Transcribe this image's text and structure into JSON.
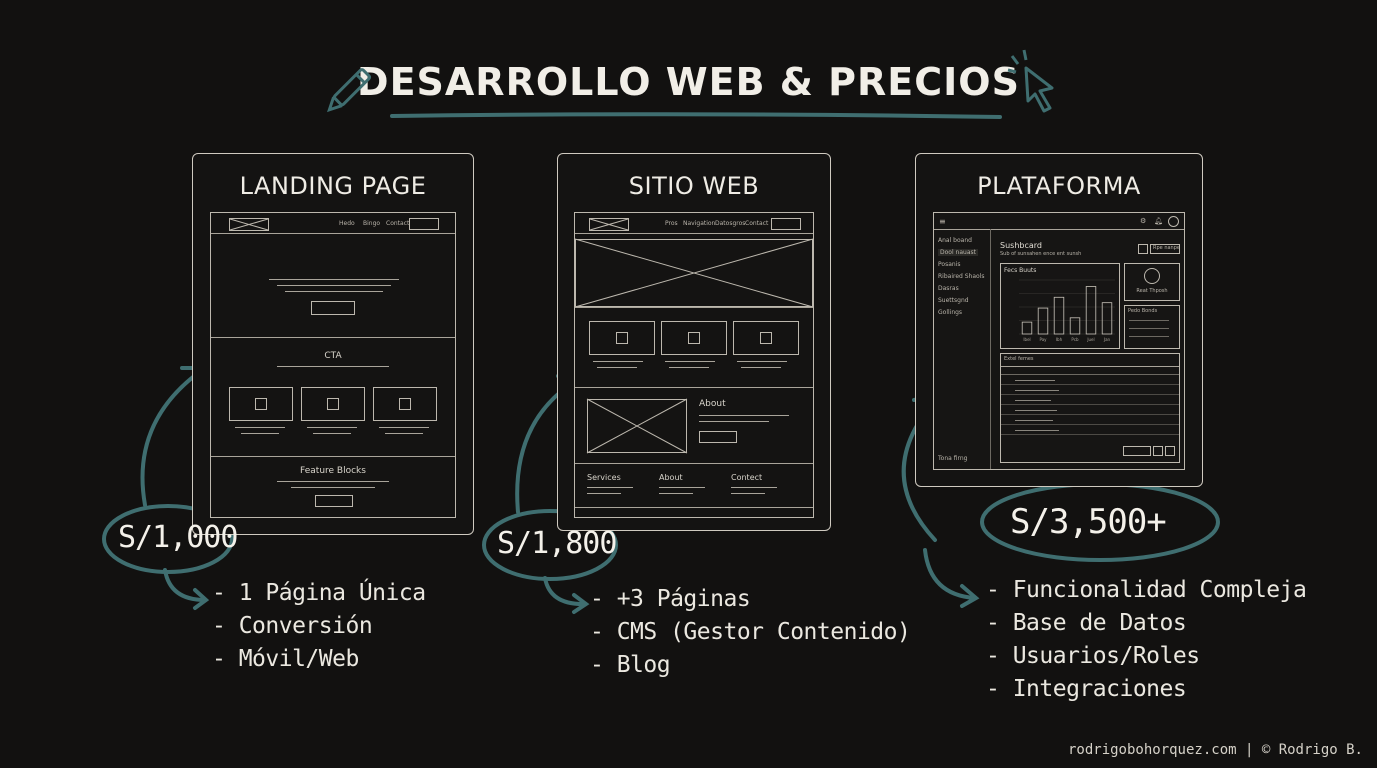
{
  "title": "DESARROLLO WEB & PRECIOS",
  "footer": "rodrigobohorquez.com | © Rodrigo B.",
  "accent_color": "#3f6e70",
  "cards": [
    {
      "title": "LANDING PAGE",
      "price": "S/1,000",
      "features": [
        "- 1 Página Única",
        "- Conversión",
        "- Móvil/Web"
      ],
      "wireframe": {
        "nav": [
          "Hedo",
          "Bingo",
          "Contact"
        ],
        "cta": "CTA",
        "feature_blocks": "Feature Blocks"
      }
    },
    {
      "title": "SITIO WEB",
      "price": "S/1,800",
      "features": [
        "- +3 Páginas",
        "- CMS (Gestor Contenido)",
        "- Blog"
      ],
      "wireframe": {
        "nav": [
          "Pros",
          "Navigation",
          "Datosgros",
          "Contact"
        ],
        "about": "About",
        "footer_cols": [
          "Services",
          "About",
          "Contect"
        ]
      }
    },
    {
      "title": "PLATAFORMA",
      "price": "S/3,500+",
      "features": [
        "- Funcionalidad Compleja",
        "- Base de Datos",
        "- Usuarios/Roles",
        "- Integraciones"
      ],
      "wireframe": {
        "dashboard_title": "Sushbcard",
        "dashboard_sub": "Sub of sunsahen ence ent sunsh",
        "sidebar": [
          "Anal boand",
          "Dool nauast",
          "Posanis",
          "Ribaired Shaols",
          "Dasras",
          "Suettsgnd",
          "Gollings"
        ],
        "sidebar_footer": "Tona firng",
        "chart_title": "Fecs Buuts",
        "chart_ticks": [
          "Ibel",
          "Pay",
          "Ibh",
          "Pcb",
          "Juel",
          "Jan"
        ],
        "chart_bars": [
          22,
          48,
          68,
          30,
          88,
          58
        ],
        "widget_title": "Reat Thposh",
        "pedo_title": "Pedo Bonds",
        "table_title": "Extel femes",
        "topbar_button": "Rpe nanpe"
      }
    }
  ]
}
